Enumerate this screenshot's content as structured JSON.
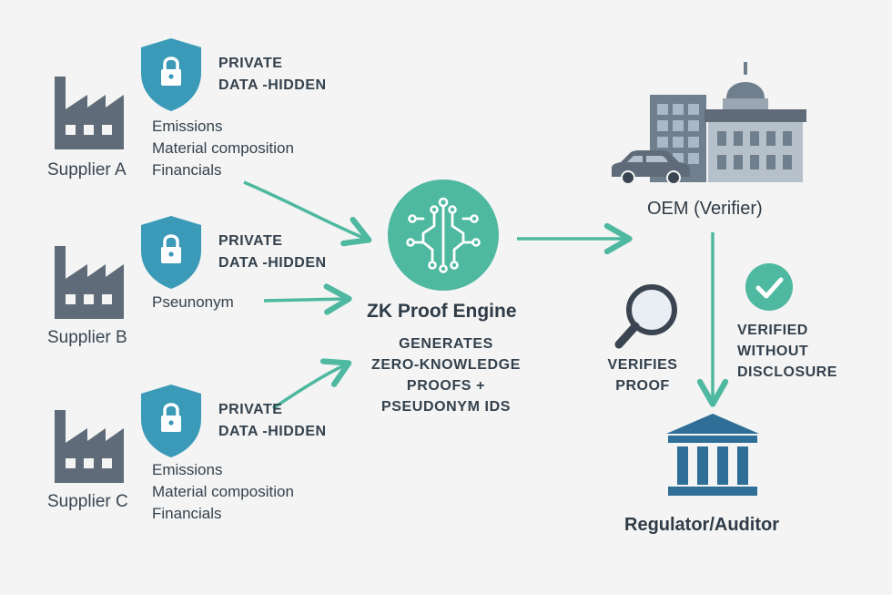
{
  "suppliers": [
    {
      "name": "Supplier A",
      "private_line1": "PRIVATE",
      "private_line2": "DATA -HIDDEN",
      "data": [
        "Emissions",
        "Material composition",
        "Financials"
      ]
    },
    {
      "name": "Supplier B",
      "private_line1": "PRIVATE",
      "private_line2": "DATA -HIDDEN",
      "data": [
        "Pseunonym"
      ]
    },
    {
      "name": "Supplier C",
      "private_line1": "PRIVATE",
      "private_line2": "DATA -HIDDEN",
      "data": [
        "Emissions",
        "Material composition",
        "Financials"
      ]
    }
  ],
  "engine": {
    "title": "ZK Proof Engine",
    "desc": [
      "GENERATES",
      "ZERO-KNOWLEDGE",
      "PROOFS +",
      "PSEUDONYM IDS"
    ]
  },
  "oem": {
    "label": "OEM (Verifier)"
  },
  "verifies": [
    "VERIFIES",
    "PROOF"
  ],
  "verified": [
    "VERIFIED",
    "WITHOUT",
    "DISCLOSURE"
  ],
  "regulator": {
    "label": "Regulator/Auditor"
  },
  "colors": {
    "teal": "#4fb8a0",
    "shield": "#3a9ab8",
    "factory": "#5f6b78",
    "building": "#6f7f8e"
  },
  "icons": [
    "factory-icon",
    "shield-lock-icon",
    "circuit-icon",
    "magnifier-icon",
    "check-circle-icon",
    "building-icon",
    "car-icon",
    "courthouse-icon"
  ]
}
